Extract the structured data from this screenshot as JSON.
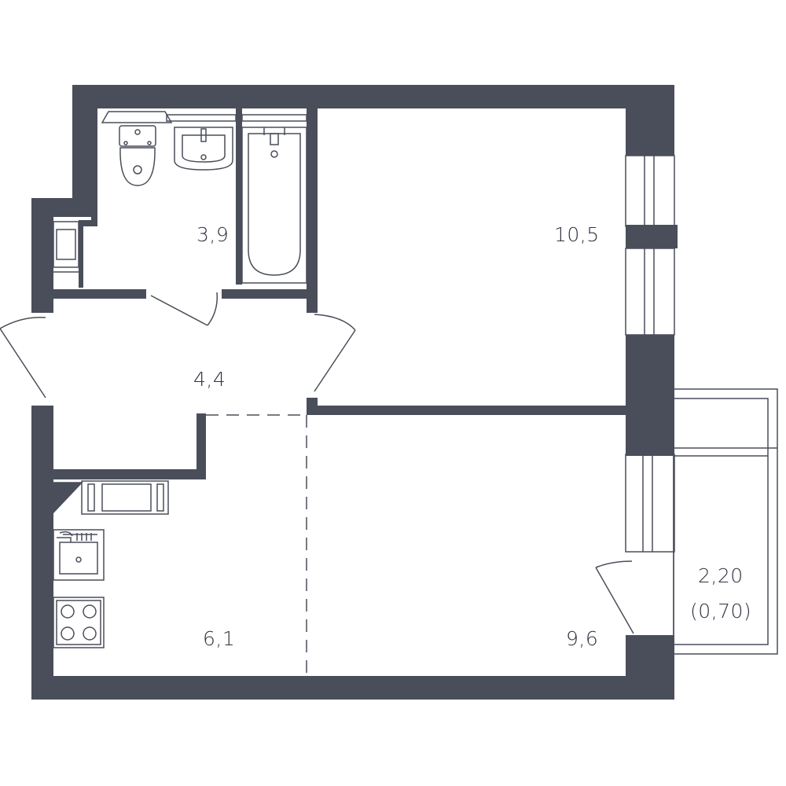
{
  "colors": {
    "wall": "#4a4e5a",
    "fixture_line": "#4a4e5a",
    "text": "#2f3340",
    "background": "#ffffff"
  },
  "rooms": {
    "bathroom": {
      "area": "3,9"
    },
    "living_room": {
      "area": "10,5"
    },
    "hallway": {
      "area": "4,4"
    },
    "kitchen": {
      "area": "6,1"
    },
    "kitchen_living": {
      "area": "9,6"
    },
    "balcony": {
      "area": "2,20",
      "area_coefficient": "(0,70)"
    }
  },
  "fixtures": [
    "toilet-icon",
    "washbasin-icon",
    "bathtub-icon",
    "washing-machine-icon",
    "fridge-icon",
    "kitchen-sink-icon",
    "stove-icon"
  ]
}
